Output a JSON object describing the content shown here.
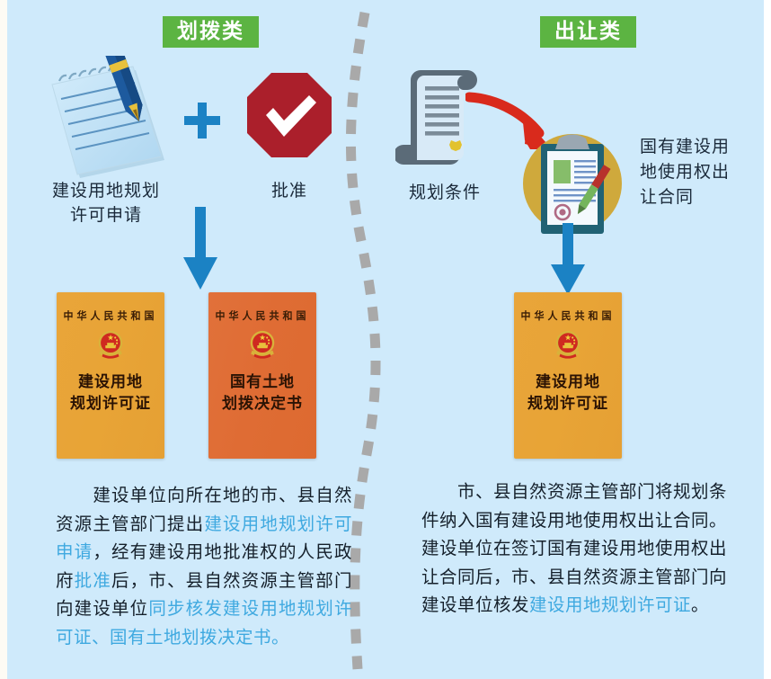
{
  "meta": {
    "background_color": "#cfeafb",
    "accent_green": "#5cb442",
    "accent_blue": "#1b82c4",
    "highlight_blue": "#3fa9e0",
    "accent_red": "#b01f29",
    "arrow_red": "#d92a1c",
    "cert_gold": "#e8a436",
    "cert_orange": "#dd6a30",
    "divider_gray": "#a9a9a9"
  },
  "left_panel": {
    "title": "划拨类",
    "step1_label": "建设用地规划\n许可申请",
    "plus_symbol": "+",
    "step2_label": "批准",
    "certificates": [
      {
        "country": "中华人民共和国",
        "name": "建设用地\n规划许可证",
        "color": "#e8a436"
      },
      {
        "country": "中华人民共和国",
        "name": "国有土地\n划拨决定书",
        "color": "#dd6a30"
      }
    ],
    "paragraph": [
      {
        "text": "　　建设单位向所在地的市、县自然资源主管部门提出",
        "highlight": false
      },
      {
        "text": "建设用地规划许可申请",
        "highlight": true
      },
      {
        "text": "，经有建设用地批准权的人民政府",
        "highlight": false
      },
      {
        "text": "批准",
        "highlight": true
      },
      {
        "text": "后，市、县自然资源主管部门向建设单位",
        "highlight": false
      },
      {
        "text": "同步核发建设用地规划许可证、国有土地划拨决定书。",
        "highlight": true
      }
    ]
  },
  "right_panel": {
    "title": "出让类",
    "step1_label": "规划条件",
    "step2_label": "国有建设用\n地使用权出\n让合同",
    "certificates": [
      {
        "country": "中华人民共和国",
        "name": "建设用地\n规划许可证",
        "color": "#e8a436"
      }
    ],
    "paragraph": [
      {
        "text": "　　市、县自然资源主管部门将规划条件纳入国有建设用地使用权出让合同。建设单位在签订国有建设用地使用权出让合同后，市、县自然资源主管部门向建设单位核发",
        "highlight": false
      },
      {
        "text": "建设用地规划许可证",
        "highlight": true
      },
      {
        "text": "。",
        "highlight": false
      }
    ]
  },
  "icons": {
    "notepad_pen": "notepad-with-pen-icon",
    "plus": "plus-icon",
    "approval_seal": "red-octagon-check-icon",
    "scroll": "scroll-document-icon",
    "contract_clipboard": "clipboard-contract-icon",
    "red_curved_arrow": "red-curved-arrow-icon",
    "arrow_down_left": "blue-down-arrow-icon",
    "arrow_down_right": "blue-down-arrow-icon",
    "divider": "wavy-dashed-divider-icon",
    "emblem": "national-emblem-icon"
  }
}
